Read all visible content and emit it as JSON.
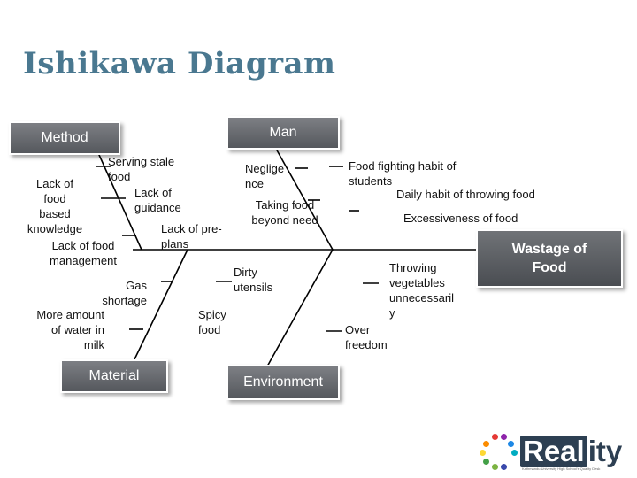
{
  "title": "Ishikawa Diagram",
  "categories": {
    "method": "Method",
    "man": "Man",
    "material": "Material",
    "environment": "Environment"
  },
  "effect": "Wastage of\nFood",
  "causes": {
    "serving_stale_food": "Serving stale\nfood",
    "lack_of_food_based_knowledge": "Lack of\nfood\nbased\nknowledge",
    "lack_of_guidance": "Lack of\nguidance",
    "lack_of_pre_plans": "Lack of pre-\nplans",
    "lack_of_food_management": "Lack of food\nmanagement",
    "negligence": "Neglige\nnce",
    "taking_food_beyond_need": "Taking food\nbeyond need",
    "food_fighting_habit": "Food fighting habit of\nstudents",
    "daily_habit_throwing_food": "Daily habit of throwing food",
    "excessiveness_of_food": "Excessiveness of food",
    "gas_shortage": "Gas\nshortage",
    "more_water_in_milk": "More amount\nof water in\nmilk",
    "dirty_utensils": "Dirty\nutensils",
    "spicy_food": "Spicy\nfood",
    "throwing_vegetables": "Throwing\nvegetables\nunnecessaril\ny",
    "over_freedom": "Over\nfreedom"
  },
  "logo": {
    "text_boxed": "Real",
    "text_rest": "ity",
    "tagline": "Kathmandu University High School's Quality Desk"
  },
  "colors": {
    "title": "#4a7890",
    "box_fill": "#5f6267",
    "line": "#000000",
    "logo_navy": "#2d3f52"
  }
}
